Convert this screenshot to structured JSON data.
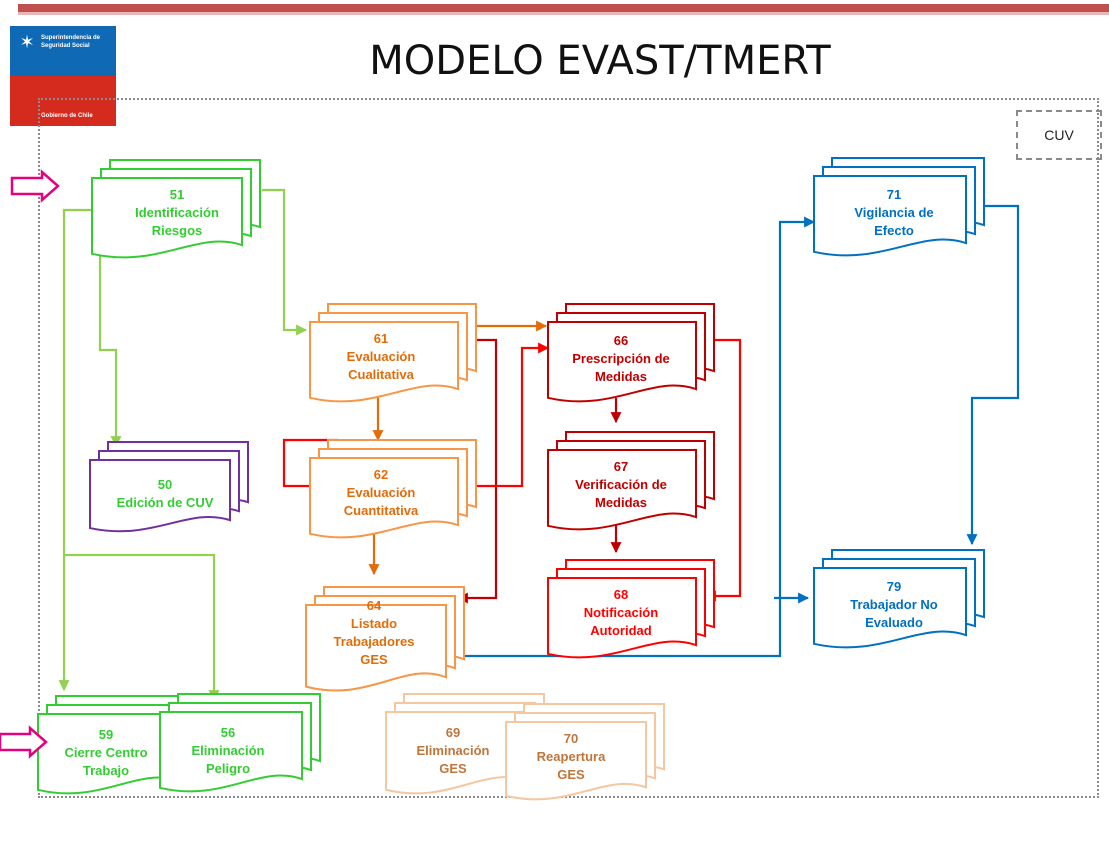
{
  "header": {
    "title": "MODELO EVAST/TMERT",
    "logo_org": "Superintendencia de Seguridad Social",
    "logo_gov": "Gobierno de Chile"
  },
  "legend": {
    "cuv": "CUV"
  },
  "nodes": {
    "n51": {
      "num": "51",
      "l1": "Identificación",
      "l2": "Riesgos",
      "l3": ""
    },
    "n61": {
      "num": "61",
      "l1": "Evaluación",
      "l2": "Cualitativa",
      "l3": ""
    },
    "n62": {
      "num": "62",
      "l1": "Evaluación",
      "l2": "Cuantitativa",
      "l3": ""
    },
    "n64": {
      "num": "64",
      "l1": "Listado",
      "l2": "Trabajadores",
      "l3": "GES"
    },
    "n66": {
      "num": "66",
      "l1": "Prescripción de",
      "l2": "Medidas",
      "l3": ""
    },
    "n67": {
      "num": "67",
      "l1": "Verificación de",
      "l2": "Medidas",
      "l3": ""
    },
    "n68": {
      "num": "68",
      "l1": "Notificación",
      "l2": "Autoridad",
      "l3": ""
    },
    "n50": {
      "num": "50",
      "l1": "Edición de CUV",
      "l2": "",
      "l3": ""
    },
    "n71": {
      "num": "71",
      "l1": "Vigilancia de",
      "l2": "Efecto",
      "l3": ""
    },
    "n79": {
      "num": "79",
      "l1": "Trabajador No",
      "l2": "Evaluado",
      "l3": ""
    },
    "n59": {
      "num": "59",
      "l1": "Cierre Centro",
      "l2": "Trabajo",
      "l3": ""
    },
    "n56": {
      "num": "56",
      "l1": "Eliminación",
      "l2": "Peligro",
      "l3": ""
    },
    "n69": {
      "num": "69",
      "l1": "Eliminación",
      "l2": "GES",
      "l3": ""
    },
    "n70": {
      "num": "70",
      "l1": "Reapertura",
      "l2": "GES",
      "l3": ""
    }
  },
  "colors": {
    "green": "#33cc33",
    "green_line": "#92d050",
    "orange": "#e36c09",
    "orange_light": "#f79646",
    "red": "#ff0000",
    "dark_red": "#c00000",
    "blue": "#0070c0",
    "purple": "#7030a0",
    "pink": "#e6007e"
  }
}
